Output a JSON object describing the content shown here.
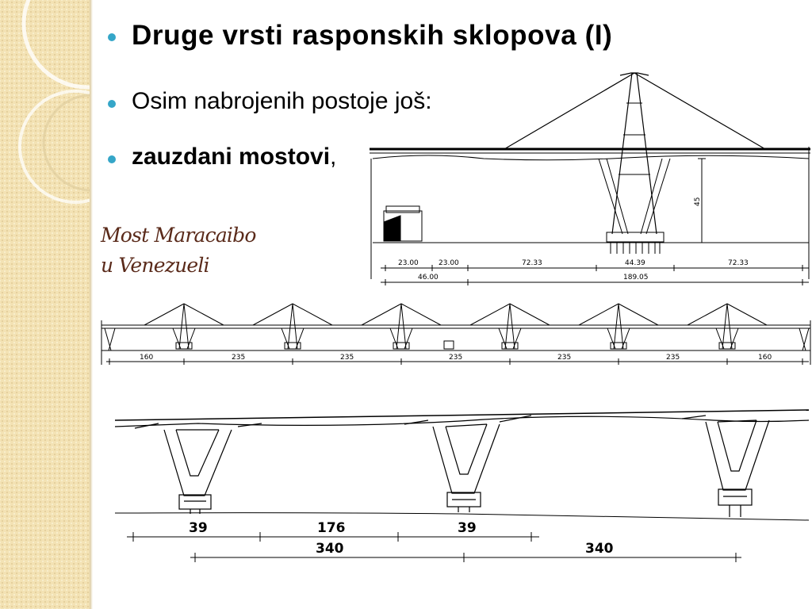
{
  "slide": {
    "title": "Druge vrsti rasponskih sklopova (I)",
    "bullet1": "Osim nabrojenih postoje još:",
    "bullet2_bold": "zauzdani mostovi",
    "bullet2_rest": ",",
    "caption_line1": "Most Maracaibo",
    "caption_line2": "u Venezueli"
  },
  "colors": {
    "bullet": "#35a6c8",
    "caption": "#5a2a1a"
  },
  "drawing_top": {
    "height_label": "45",
    "dims_row1": [
      "23.00",
      "23.00",
      "72.33",
      "44.39",
      "72.33"
    ],
    "dims_row2": [
      "46.00",
      "189.05"
    ]
  },
  "drawing_middle": {
    "dims": [
      "160",
      "235",
      "235",
      "235",
      "235",
      "235",
      "160"
    ]
  },
  "drawing_bottom": {
    "dims_row1": [
      "39",
      "176",
      "39"
    ],
    "dims_row2": [
      "340",
      "340"
    ]
  }
}
